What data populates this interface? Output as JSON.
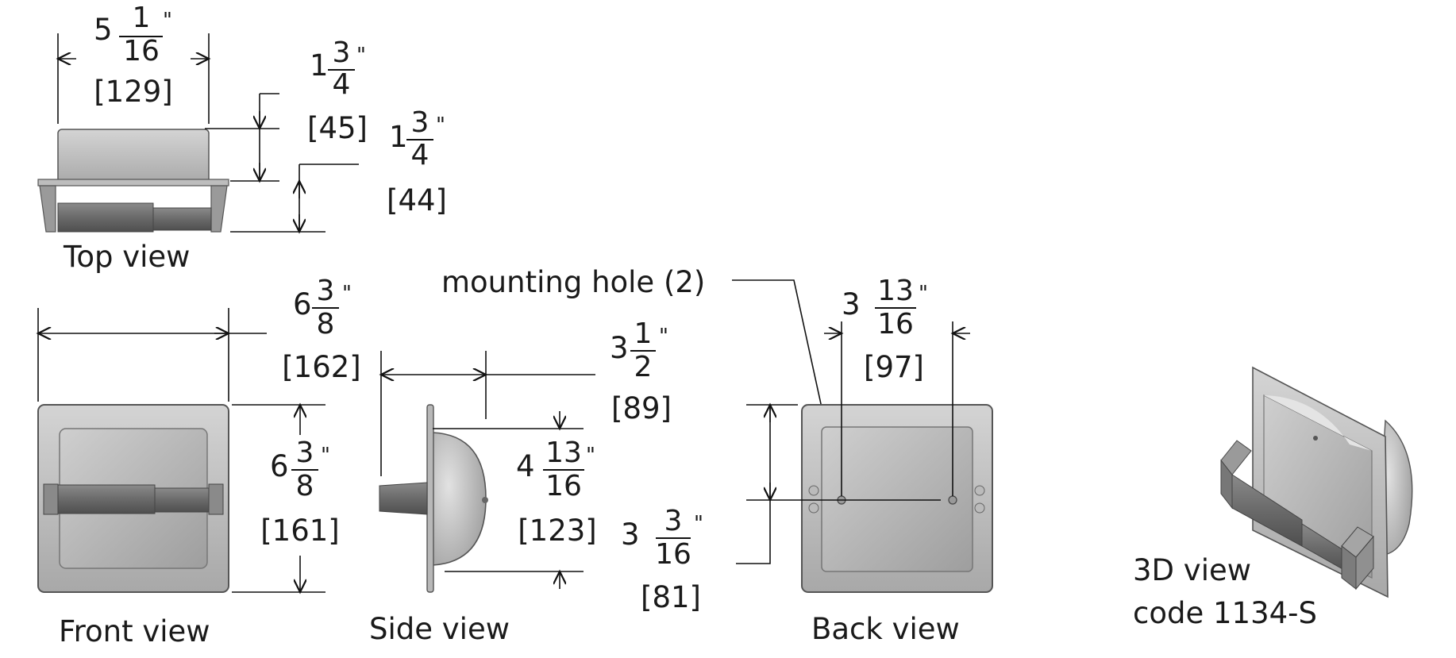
{
  "views": {
    "top": "Top view",
    "front": "Front view",
    "side": "Side view",
    "back": "Back view",
    "iso_line1": "3D view",
    "iso_line2": "code 1134-S"
  },
  "callout": {
    "mounting_hole": "mounting hole (2)"
  },
  "dimensions": {
    "top_width": {
      "whole": "5",
      "num": "1",
      "den": "16",
      "unit": "\"",
      "mm": "[129]"
    },
    "top_depth_front": {
      "whole": "1",
      "num": "3",
      "den": "4",
      "unit": "\"",
      "mm": "[45]"
    },
    "top_depth_rear": {
      "whole": "1",
      "num": "3",
      "den": "4",
      "unit": "\"",
      "mm": "[44]"
    },
    "front_width": {
      "whole": "6",
      "num": "3",
      "den": "8",
      "unit": "\"",
      "mm": "[162]"
    },
    "front_height": {
      "whole": "6",
      "num": "3",
      "den": "8",
      "unit": "\"",
      "mm": "[161]"
    },
    "side_depth": {
      "whole": "3",
      "num": "1",
      "den": "2",
      "unit": "\"",
      "mm": "[89]"
    },
    "side_height": {
      "whole": "4",
      "num": "13",
      "den": "16",
      "unit": "\"",
      "mm": "[123]"
    },
    "back_hole_spacing": {
      "whole": "3",
      "num": "13",
      "den": "16",
      "unit": "\"",
      "mm": "[97]"
    },
    "back_hole_height": {
      "whole": "3",
      "num": "3",
      "den": "16",
      "unit": "\"",
      "mm": "[81]"
    }
  },
  "colors": {
    "metal_light": "#c8c8c8",
    "metal_mid": "#a9a9a9",
    "metal_dark": "#7d7d7d",
    "roller": "#6e6e6e",
    "line": "#111111"
  }
}
